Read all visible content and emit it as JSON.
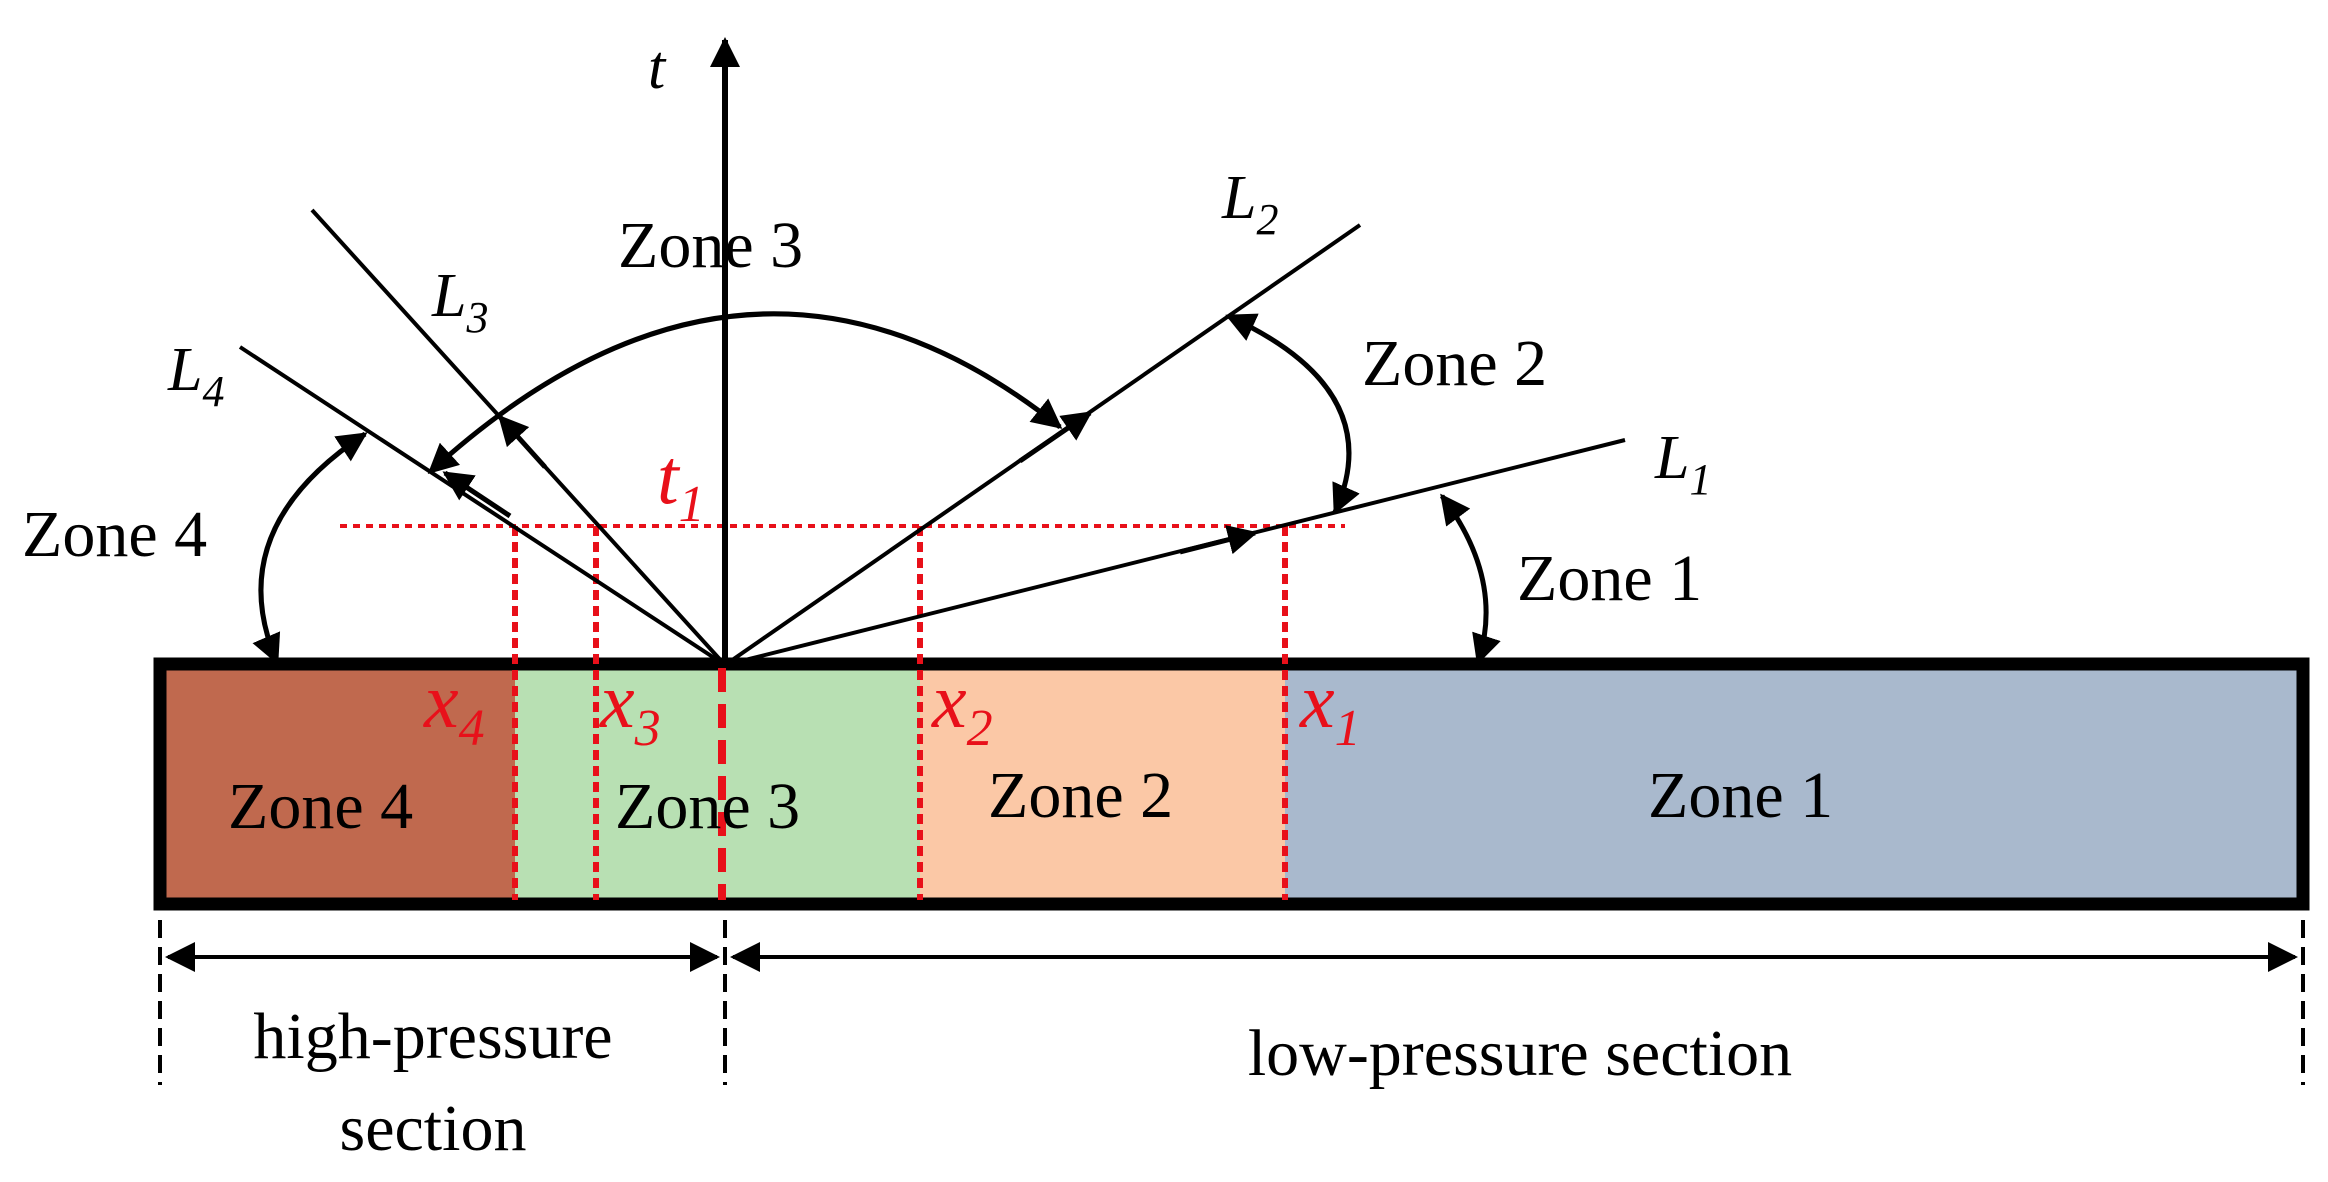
{
  "diagram": {
    "time_axis": {
      "label": "t"
    },
    "wave_lines": [
      {
        "id": "L1",
        "base": "L",
        "sub": "1"
      },
      {
        "id": "L2",
        "base": "L",
        "sub": "2"
      },
      {
        "id": "L3",
        "base": "L",
        "sub": "3"
      },
      {
        "id": "L4",
        "base": "L",
        "sub": "4"
      }
    ],
    "time_marker": {
      "base": "t",
      "sub": "1"
    },
    "position_markers": [
      {
        "id": "x1",
        "base": "x",
        "sub": "1"
      },
      {
        "id": "x2",
        "base": "x",
        "sub": "2"
      },
      {
        "id": "x3",
        "base": "x",
        "sub": "3"
      },
      {
        "id": "x4",
        "base": "x",
        "sub": "4"
      }
    ],
    "upper_zone_labels": {
      "zone1": "Zone 1",
      "zone2": "Zone 2",
      "zone3": "Zone 3",
      "zone4": "Zone 4"
    },
    "tube_zones": [
      {
        "id": "zone4",
        "label": "Zone 4",
        "color": "#c0694e"
      },
      {
        "id": "zone3",
        "label": "Zone 3",
        "color": "#b8e0b3"
      },
      {
        "id": "zone2",
        "label": "Zone 2",
        "color": "#fbc8a6"
      },
      {
        "id": "zone1",
        "label": "Zone 1",
        "color": "#a9b9cd"
      }
    ],
    "sections": {
      "high": {
        "line1": "high-pressure",
        "line2": "section"
      },
      "low": {
        "line1": "low-pressure section"
      }
    },
    "colors": {
      "marker": "#e8101a",
      "lines": "#000000"
    }
  }
}
